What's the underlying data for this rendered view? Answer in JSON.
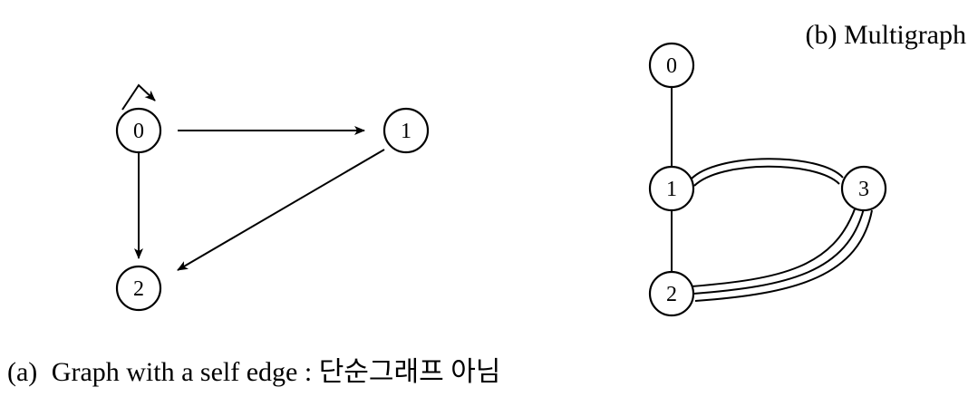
{
  "graph_a": {
    "caption_prefix": "(a)",
    "caption_text": "Graph with a self edge : 단순그래프 아님",
    "nodes": [
      {
        "label": "0"
      },
      {
        "label": "1"
      },
      {
        "label": "2"
      }
    ],
    "edges": [
      {
        "from": "0",
        "to": "0",
        "type": "self-loop"
      },
      {
        "from": "0",
        "to": "1",
        "type": "directed"
      },
      {
        "from": "0",
        "to": "2",
        "type": "directed"
      },
      {
        "from": "1",
        "to": "2",
        "type": "directed"
      }
    ]
  },
  "graph_b": {
    "caption": "(b) Multigraph",
    "nodes": [
      {
        "label": "0"
      },
      {
        "label": "1"
      },
      {
        "label": "2"
      },
      {
        "label": "3"
      }
    ],
    "edges": [
      {
        "from": "0",
        "to": "1",
        "multiplicity": 1
      },
      {
        "from": "1",
        "to": "2",
        "multiplicity": 1
      },
      {
        "from": "1",
        "to": "3",
        "multiplicity": 2
      },
      {
        "from": "2",
        "to": "3",
        "multiplicity": 3
      }
    ]
  },
  "colors": {
    "stroke": "#000000",
    "background": "#ffffff"
  }
}
